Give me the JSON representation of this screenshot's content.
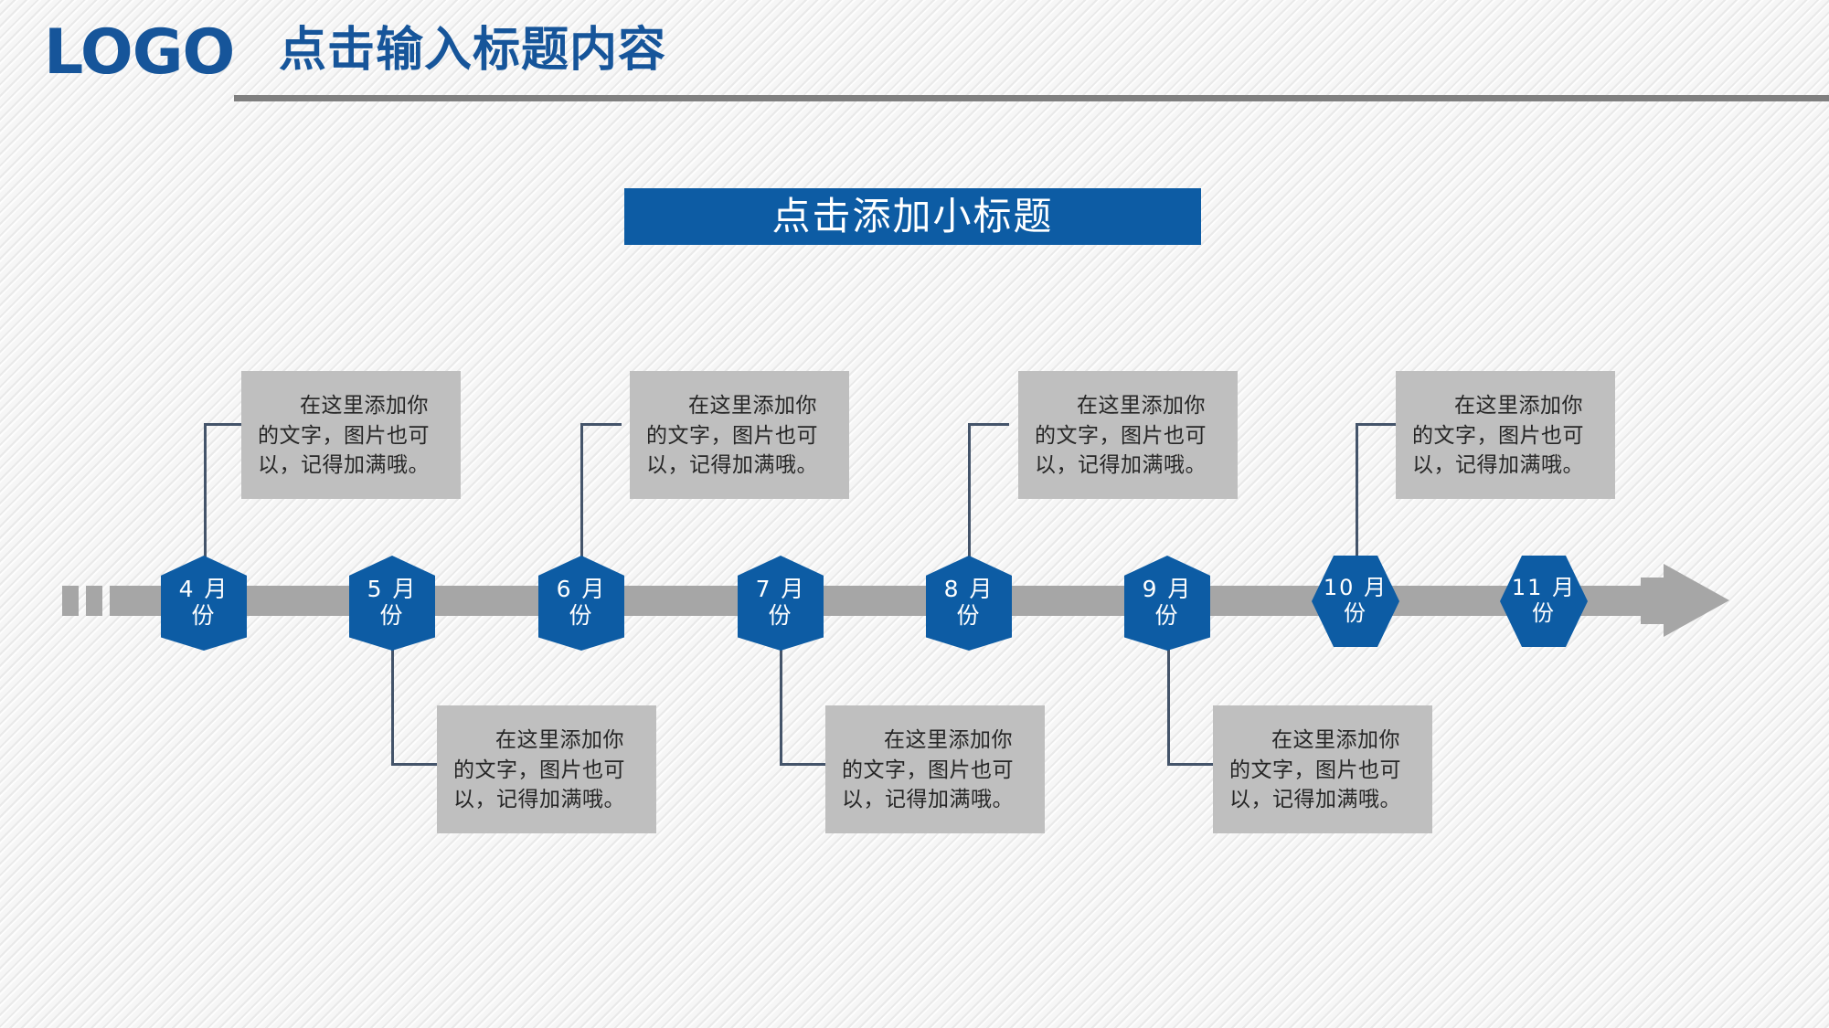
{
  "header": {
    "logo": "LOGO",
    "title": "点击输入标题内容"
  },
  "subtitle": {
    "label": "点击添加小标题"
  },
  "colors": {
    "brand_blue": "#0d5ca4",
    "logo_blue": "#16559a",
    "timeline_gray": "#a6a6a6",
    "textbox_gray": "#bfbfbf",
    "connector_gray": "#44546a",
    "background": "#f4f4f4",
    "rule_gray": "#7f7f7f"
  },
  "timeline": {
    "arrow_direction": "right",
    "nodes": [
      {
        "id": "node-4",
        "label": "4 月\n份",
        "shape": "tall",
        "callout": "top"
      },
      {
        "id": "node-5",
        "label": "5 月\n份",
        "shape": "tall",
        "callout": "bottom"
      },
      {
        "id": "node-6",
        "label": "6 月\n份",
        "shape": "tall",
        "callout": "top"
      },
      {
        "id": "node-7",
        "label": "7 月\n份",
        "shape": "tall",
        "callout": "bottom"
      },
      {
        "id": "node-8",
        "label": "8 月\n份",
        "shape": "tall",
        "callout": "top"
      },
      {
        "id": "node-9",
        "label": "9 月\n份",
        "shape": "tall",
        "callout": "bottom"
      },
      {
        "id": "node-10",
        "label": "10 月份",
        "shape": "wide",
        "callout": "top"
      },
      {
        "id": "node-11",
        "label": "11 月份",
        "shape": "wide",
        "callout": "none"
      }
    ]
  },
  "callouts": {
    "top": [
      {
        "text": "在这里添加你的文字，图片也可以，记得加满哦。"
      },
      {
        "text": "在这里添加你的文字，图片也可以，记得加满哦。"
      },
      {
        "text": "在这里添加你的文字，图片也可以，记得加满哦。"
      },
      {
        "text": "在这里添加你的文字，图片也可以，记得加满哦。"
      }
    ],
    "bottom": [
      {
        "text": "在这里添加你的文字，图片也可以，记得加满哦。"
      },
      {
        "text": "在这里添加你的文字，图片也可以，记得加满哦。"
      },
      {
        "text": "在这里添加你的文字，图片也可以，记得加满哦。"
      }
    ]
  }
}
